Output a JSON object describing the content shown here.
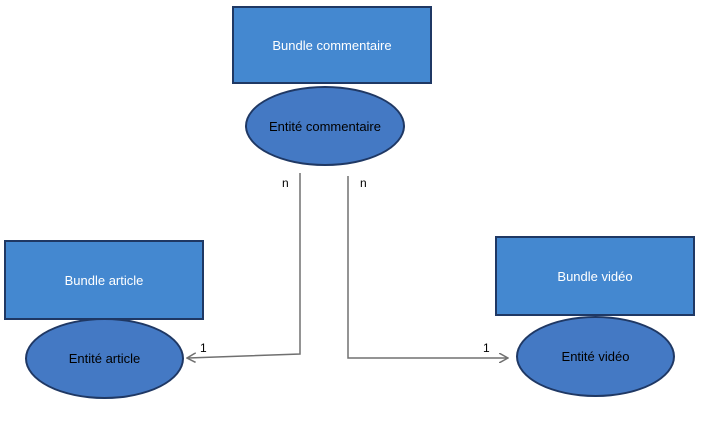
{
  "comment": {
    "bundle_label": "Bundle commentaire",
    "entity_label": "Entité commentaire"
  },
  "article": {
    "bundle_label": "Bundle article",
    "entity_label": "Entité article"
  },
  "video": {
    "bundle_label": "Bundle vidéo",
    "entity_label": "Entité vidéo"
  },
  "relations": {
    "comment_to_article_many": "n",
    "comment_to_video_many": "n",
    "article_one": "1",
    "video_one": "1"
  },
  "colors": {
    "bundle_fill": "#4488d0",
    "entity_fill": "#4479c4",
    "border": "#1f3864",
    "connector": "#707070"
  }
}
